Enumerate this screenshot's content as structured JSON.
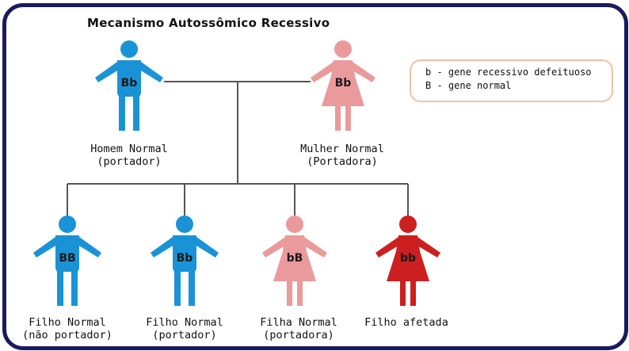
{
  "title": "Mecanismo Autossômico Recessivo",
  "legend": {
    "line1": "b - gene recessivo defeituoso",
    "line2": "B - gene normal"
  },
  "colors": {
    "frame": "#1a1a5e",
    "male_normal": "#1a93d6",
    "female_normal": "#eb9a9b",
    "affected": "#cc1f1f",
    "legend_border": "#f4c0a4",
    "lines": "#555555"
  },
  "parents": [
    {
      "genotype": "Bb",
      "sex": "male",
      "status": "normal",
      "label1": "Homem Normal",
      "label2": "(portador)"
    },
    {
      "genotype": "Bb",
      "sex": "female",
      "status": "normal",
      "label1": "Mulher Normal",
      "label2": "(Portadora)"
    }
  ],
  "children": [
    {
      "genotype": "BB",
      "sex": "male",
      "status": "normal",
      "label1": "Filho Normal",
      "label2": "(não portador)"
    },
    {
      "genotype": "Bb",
      "sex": "male",
      "status": "normal",
      "label1": "Filho Normal",
      "label2": "(portador)"
    },
    {
      "genotype": "bB",
      "sex": "female",
      "status": "normal",
      "label1": "Filha Normal",
      "label2": "(portadora)"
    },
    {
      "genotype": "bb",
      "sex": "female",
      "status": "affected",
      "label1": "Filho afetada",
      "label2": ""
    }
  ]
}
